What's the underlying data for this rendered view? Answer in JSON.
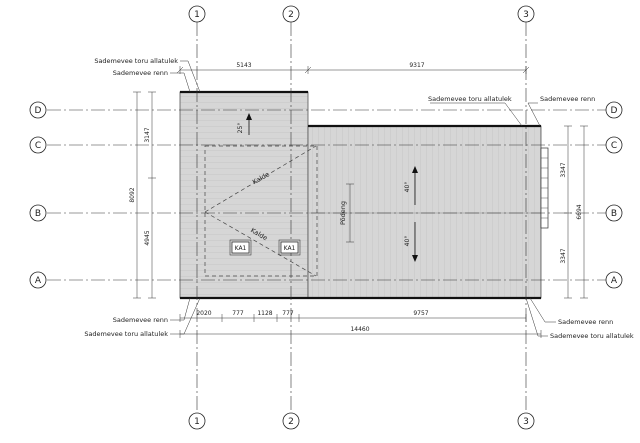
{
  "grid": {
    "vertical": [
      "1",
      "2",
      "3"
    ],
    "horizontal": [
      "D",
      "C",
      "B",
      "A"
    ]
  },
  "dimensions": {
    "top": [
      "5143",
      "9317"
    ],
    "left_outer": "8092",
    "left_upper": "3147",
    "left_lower": "4945",
    "right_outer": "6694",
    "right_upper": "3347",
    "right_lower": "3347",
    "bottom_segments": [
      "2020",
      "777",
      "1128",
      "777",
      "9757"
    ],
    "bottom_total": "14460"
  },
  "labels": {
    "downpipe": "Sademevee toru allatulek",
    "gutter": "Sademevee renn",
    "slope_1": "Kalde",
    "slope_2": "Kalde",
    "ridge": "Põdeng"
  },
  "slopes": {
    "upper": "25°",
    "main_top": "40°",
    "main_bottom": "40°"
  },
  "tags": {
    "ka_left": "KA1",
    "ka_right": "KA1"
  }
}
